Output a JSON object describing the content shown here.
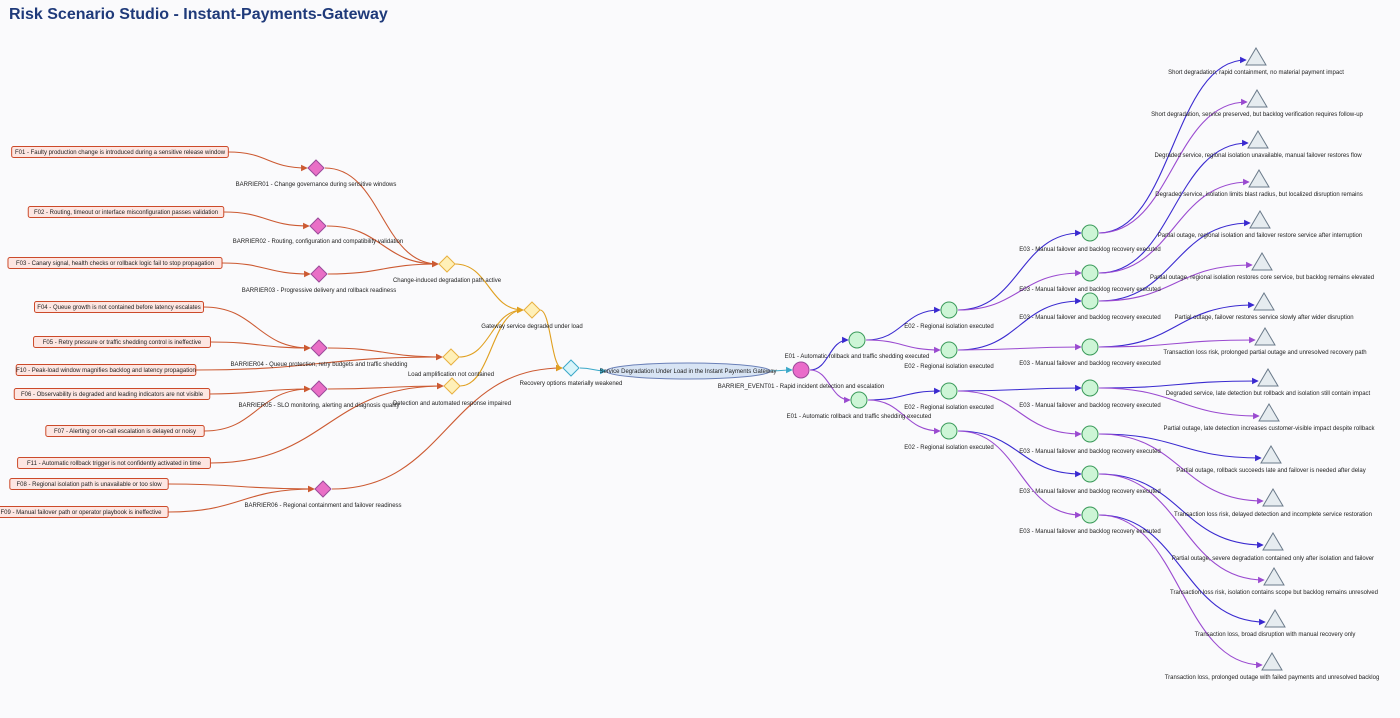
{
  "title": "Risk Scenario Studio - Instant-Payments-Gateway",
  "colors": {
    "background": "#fafafc",
    "title": "#1f3a7a",
    "fault_fill": "#fde6e2",
    "fault_stroke": "#cc4a2a",
    "barrier_fill": "#e96fc6",
    "barrier_stroke": "#9a4a9a",
    "gate_fill": "#fff0b8",
    "gate_stroke": "#e8b040",
    "top_fill": "#d8e4f4",
    "top_stroke": "#6a80b8",
    "event_barrier_fill": "#ea6cca",
    "event_fill": "#cdf5d6",
    "event_stroke": "#3a9a5a",
    "outcome_fill": "#e6ecf0",
    "outcome_stroke": "#6a7a8a",
    "edge_fault": "#cc5a32",
    "edge_gate": "#e0a020",
    "edge_top": "#3aa8c8",
    "edge_blue": "#3a2ad0",
    "edge_purple": "#9a4ad0"
  },
  "faults": [
    {
      "id": "F01",
      "label": "F01 - Faulty production change is introduced during a sensitive release window"
    },
    {
      "id": "F02",
      "label": "F02 - Routing, timeout or interface misconfiguration passes validation"
    },
    {
      "id": "F03",
      "label": "F03 - Canary signal, health checks or rollback logic fail to stop propagation"
    },
    {
      "id": "F04",
      "label": "F04 - Queue growth is not contained before latency escalates"
    },
    {
      "id": "F05",
      "label": "F05 - Retry pressure or traffic shedding control is ineffective"
    },
    {
      "id": "F10",
      "label": "F10 - Peak-load window magnifies backlog and latency propagation"
    },
    {
      "id": "F06",
      "label": "F06 - Observability is degraded and leading indicators are not visible"
    },
    {
      "id": "F07",
      "label": "F07 - Alerting or on-call escalation is delayed or noisy"
    },
    {
      "id": "F11",
      "label": "F11 - Automatic rollback trigger is not confidently activated in time"
    },
    {
      "id": "F08",
      "label": "F08 - Regional isolation path is unavailable or too slow"
    },
    {
      "id": "F09",
      "label": "F09 - Manual failover path or operator playbook is ineffective"
    }
  ],
  "barriers": [
    {
      "id": "B01",
      "label": "BARRIER01 - Change governance during sensitive windows"
    },
    {
      "id": "B02",
      "label": "BARRIER02 - Routing, configuration and compatibility validation"
    },
    {
      "id": "B03",
      "label": "BARRIER03 - Progressive delivery and rollback readiness"
    },
    {
      "id": "B04",
      "label": "BARRIER04 - Queue protection, retry budgets and traffic shedding"
    },
    {
      "id": "B05",
      "label": "BARRIER05 - SLO monitoring, alerting and diagnosis quality"
    },
    {
      "id": "B06",
      "label": "BARRIER06 - Regional containment and failover readiness"
    }
  ],
  "gates": [
    {
      "id": "G1",
      "label": "Change-induced degradation path active"
    },
    {
      "id": "G2",
      "label": "Gateway service degraded under load"
    },
    {
      "id": "G3",
      "label": "Load amplification not contained"
    },
    {
      "id": "G4",
      "label": "Detection and automated response impaired"
    },
    {
      "id": "G5",
      "label": "Recovery options materially weakened"
    }
  ],
  "top_event": {
    "label": "Service Degradation Under Load in the Instant Payments Gateway"
  },
  "event_barrier": {
    "label": "BARRIER_EVENT01 - Rapid incident detection and escalation"
  },
  "events": [
    {
      "id": "E01a",
      "label": "E01 - Automatic rollback and traffic shedding executed"
    },
    {
      "id": "E01b",
      "label": "E01 - Automatic rollback and traffic shedding executed"
    },
    {
      "id": "E02a",
      "label": "E02 - Regional isolation executed"
    },
    {
      "id": "E02b",
      "label": "E02 - Regional isolation executed"
    },
    {
      "id": "E02c",
      "label": "E02 - Regional isolation executed"
    },
    {
      "id": "E02d",
      "label": "E02 - Regional isolation executed"
    },
    {
      "id": "E03a",
      "label": "E03 - Manual failover and backlog recovery executed"
    },
    {
      "id": "E03b",
      "label": "E03 - Manual failover and backlog recovery executed"
    },
    {
      "id": "E03c",
      "label": "E03 - Manual failover and backlog recovery executed"
    },
    {
      "id": "E03d",
      "label": "E03 - Manual failover and backlog recovery executed"
    },
    {
      "id": "E03e",
      "label": "E03 - Manual failover and backlog recovery executed"
    },
    {
      "id": "E03f",
      "label": "E03 - Manual failover and backlog recovery executed"
    },
    {
      "id": "E03g",
      "label": "E03 - Manual failover and backlog recovery executed"
    },
    {
      "id": "E03h",
      "label": "E03 - Manual failover and backlog recovery executed"
    }
  ],
  "outcomes": [
    {
      "id": "O1",
      "label": "Short degradation, rapid containment, no material payment impact"
    },
    {
      "id": "O2",
      "label": "Short degradation, service preserved, but backlog verification requires follow-up"
    },
    {
      "id": "O3",
      "label": "Degraded service, regional isolation unavailable, manual failover restores flow"
    },
    {
      "id": "O4",
      "label": "Degraded service, isolation limits blast radius, but localized disruption remains"
    },
    {
      "id": "O5",
      "label": "Partial outage, regional isolation and failover restore service after interruption"
    },
    {
      "id": "O6",
      "label": "Partial outage, regional isolation restores core service, but backlog remains elevated"
    },
    {
      "id": "O7",
      "label": "Partial outage, failover restores service slowly after wider disruption"
    },
    {
      "id": "O8",
      "label": "Transaction loss risk, prolonged partial outage and unresolved recovery path"
    },
    {
      "id": "O9",
      "label": "Degraded service, late detection but rollback and isolation still contain impact"
    },
    {
      "id": "O10",
      "label": "Partial outage, late detection increases customer-visible impact despite rollback"
    },
    {
      "id": "O11",
      "label": "Partial outage, rollback succeeds late and failover is needed after delay"
    },
    {
      "id": "O12",
      "label": "Transaction loss risk, delayed detection and incomplete service restoration"
    },
    {
      "id": "O13",
      "label": "Partial outage, severe degradation contained only after isolation and failover"
    },
    {
      "id": "O14",
      "label": "Transaction loss risk, isolation contains scope but backlog remains unresolved"
    },
    {
      "id": "O15",
      "label": "Transaction loss, broad disruption with manual recovery only"
    },
    {
      "id": "O16",
      "label": "Transaction loss, prolonged outage with failed payments and unresolved backlog"
    }
  ]
}
